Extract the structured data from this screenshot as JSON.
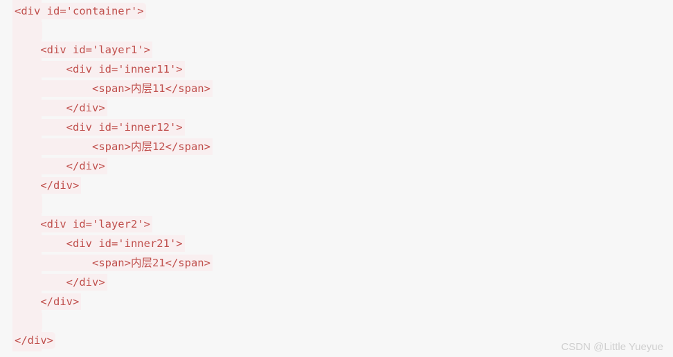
{
  "page": {
    "background_color": "#f7f7f7",
    "code_text_color": "#c0504d",
    "code_highlight_color": "#f9eff0",
    "watermark_color": "#cfcfcf"
  },
  "watermark": {
    "text": "CSDN @Little Yueyue"
  },
  "code_block": {
    "language": "html",
    "lines": [
      {
        "indent": 0,
        "text": "<div id='container'>",
        "blank": false,
        "rounded": true
      },
      {
        "indent": 0,
        "text": "    ",
        "blank": true,
        "rounded": false
      },
      {
        "indent": 1,
        "text": "    <div id='layer1'>",
        "blank": false,
        "rounded": false
      },
      {
        "indent": 2,
        "text": "        <div id='inner11'>",
        "blank": false,
        "rounded": false
      },
      {
        "indent": 3,
        "text": "            <span>内层11</span>",
        "blank": false,
        "rounded": false
      },
      {
        "indent": 2,
        "text": "        </div>",
        "blank": false,
        "rounded": false
      },
      {
        "indent": 2,
        "text": "        <div id='inner12'>",
        "blank": false,
        "rounded": false
      },
      {
        "indent": 3,
        "text": "            <span>内层12</span>",
        "blank": false,
        "rounded": false
      },
      {
        "indent": 2,
        "text": "        </div>",
        "blank": false,
        "rounded": false
      },
      {
        "indent": 1,
        "text": "    </div>",
        "blank": false,
        "rounded": false
      },
      {
        "indent": 0,
        "text": "    ",
        "blank": true,
        "rounded": false,
        "empty_row": true
      },
      {
        "indent": 1,
        "text": "    <div id='layer2'>",
        "blank": false,
        "rounded": false
      },
      {
        "indent": 2,
        "text": "        <div id='inner21'>",
        "blank": false,
        "rounded": false
      },
      {
        "indent": 3,
        "text": "            <span>内层21</span>",
        "blank": false,
        "rounded": false
      },
      {
        "indent": 2,
        "text": "        </div>",
        "blank": false,
        "rounded": false
      },
      {
        "indent": 1,
        "text": "    </div>",
        "blank": false,
        "rounded": false
      },
      {
        "indent": 0,
        "text": "    ",
        "blank": true,
        "rounded": false
      },
      {
        "indent": 0,
        "text": "</div>",
        "blank": false,
        "rounded": true
      }
    ]
  }
}
